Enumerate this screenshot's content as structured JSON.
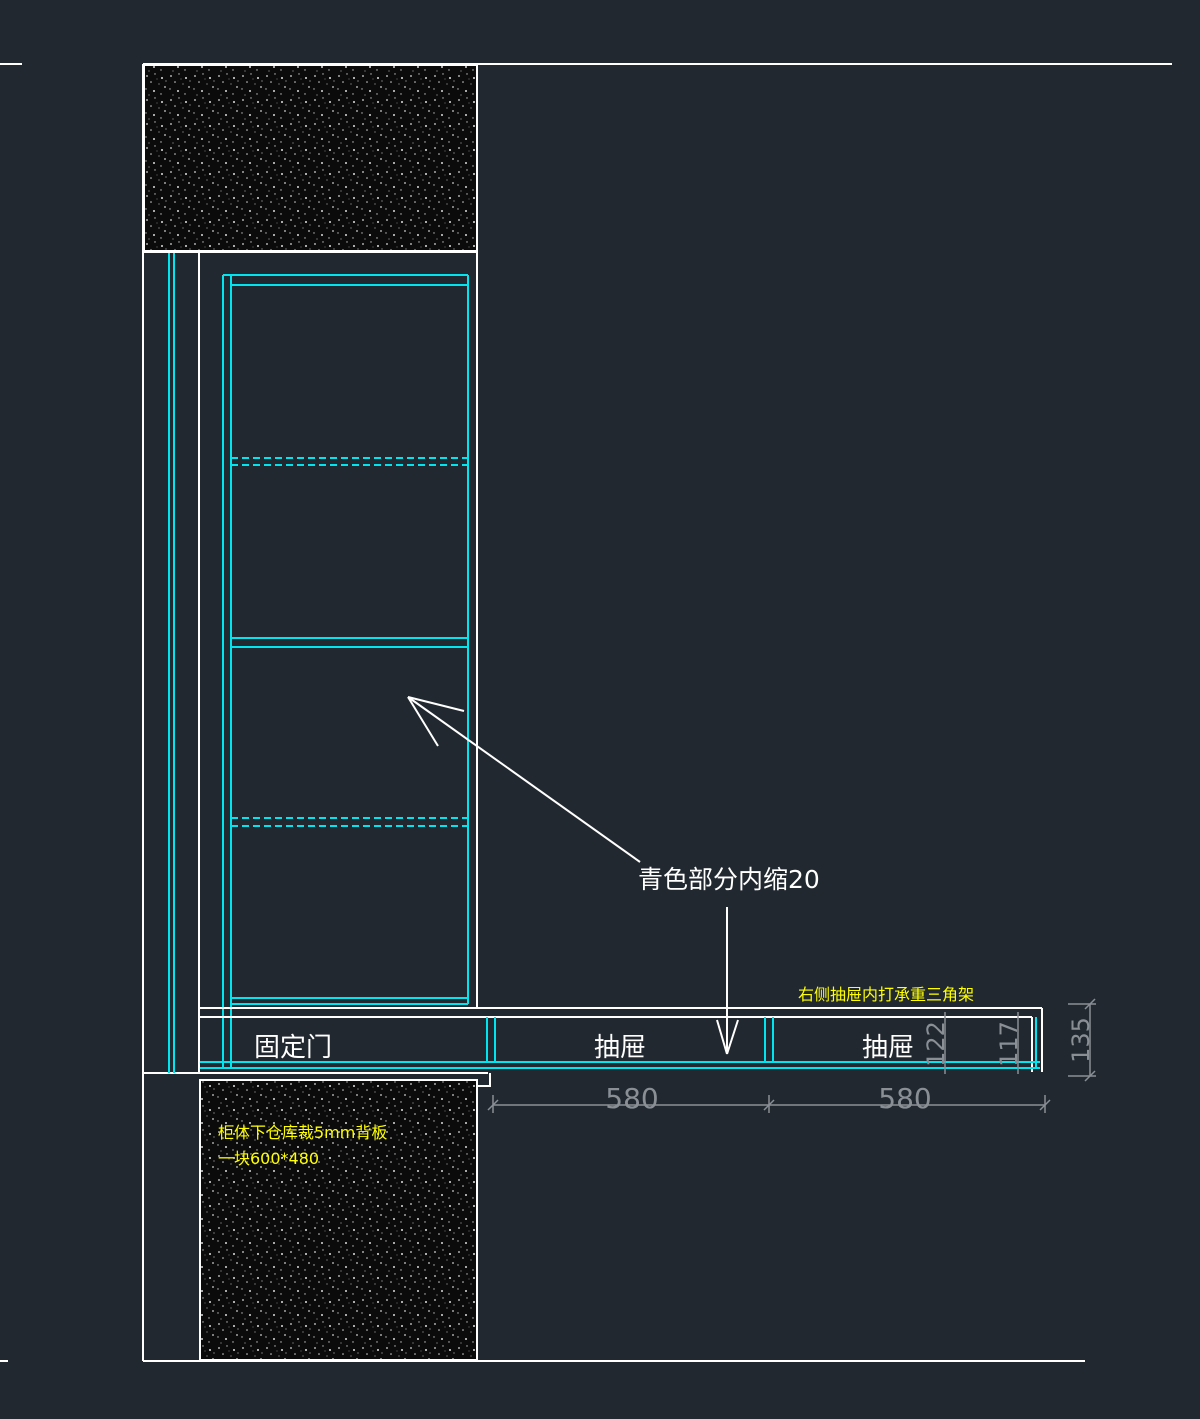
{
  "colors": {
    "background": "#212830",
    "outline": "#ffffff",
    "cyan": "#00e5ee",
    "note": "#ffff00",
    "dimension": "#8a8f96",
    "concrete_fill": "#0b0b0b"
  },
  "labels": {
    "annotation_inset": "青色部分内缩20",
    "note_bracket": "右侧抽屉内打承重三角架",
    "fixed_door": "固定门",
    "drawer_1": "抽屉",
    "drawer_2": "抽屉",
    "note_backboard_line1": "柜体下仓库裁5mm背板",
    "note_backboard_line2": "一块600*480"
  },
  "dimensions": {
    "width_1": "580",
    "width_2": "580",
    "height_1": "122",
    "height_2": "117",
    "height_3": "135"
  }
}
